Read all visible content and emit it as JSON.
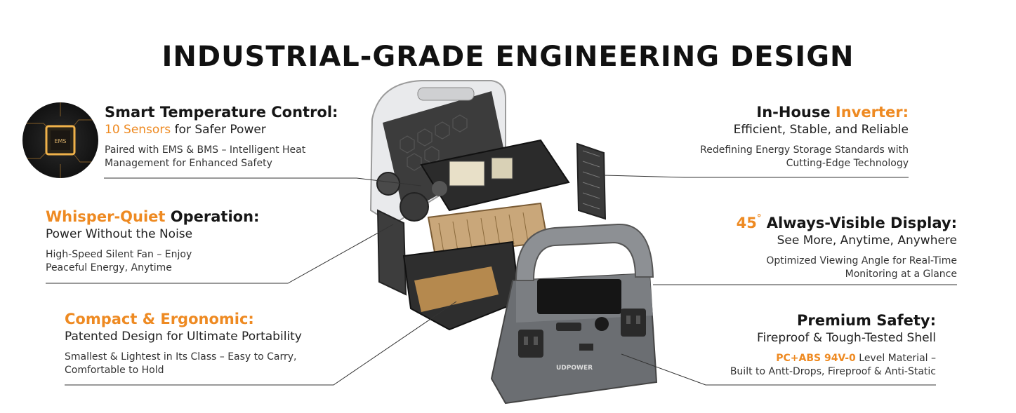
{
  "title": "INDUSTRIAL-GRADE ENGINEERING DESIGN",
  "features": {
    "temp": {
      "heading": "Smart Temperature Control:",
      "sub_highlight": "10 Sensors",
      "sub_rest": " for Safer Power",
      "desc1": "Paired with EMS & BMS – Intelligent Heat",
      "desc2": "Management for Enhanced Safety"
    },
    "quiet": {
      "heading_highlight": "Whisper-Quiet",
      "heading_rest": " Operation:",
      "sub": "Power Without the Noise",
      "desc1": "High-Speed Silent Fan – Enjoy",
      "desc2": "Peaceful Energy, Anytime"
    },
    "compact": {
      "heading": "Compact & Ergonomic:",
      "sub": "Patented Design for Ultimate Portability",
      "desc1": "Smallest & Lightest in Its Class – Easy to Carry,",
      "desc2": "Comfortable to Hold"
    },
    "inverter": {
      "heading_rest": "In-House ",
      "heading_highlight": "Inverter:",
      "sub": "Efficient, Stable, and Reliable",
      "desc1": "Redefining Energy Storage Standards with",
      "desc2": "Cutting-Edge Technology"
    },
    "display": {
      "heading_highlight": "45",
      "degree": "°",
      "heading_rest": " Always-Visible Display:",
      "sub": "See More, Anytime, Anywhere",
      "desc1": "Optimized Viewing Angle for Real-Time",
      "desc2": "Monitoring at a Glance"
    },
    "safety": {
      "heading": "Premium Safety:",
      "sub": "Fireproof & Tough-Tested Shell",
      "desc1_highlight": "PC+ABS 94V-0",
      "desc1_rest": " Level Material –",
      "desc2": "Built to Antt-Drops, Fireproof & Anti-Static"
    }
  },
  "chip_label": "EMS",
  "brand": "UDPOWER",
  "colors": {
    "accent": "#ee8a22",
    "text": "#1a1a1a",
    "device": "#6b6e72"
  }
}
